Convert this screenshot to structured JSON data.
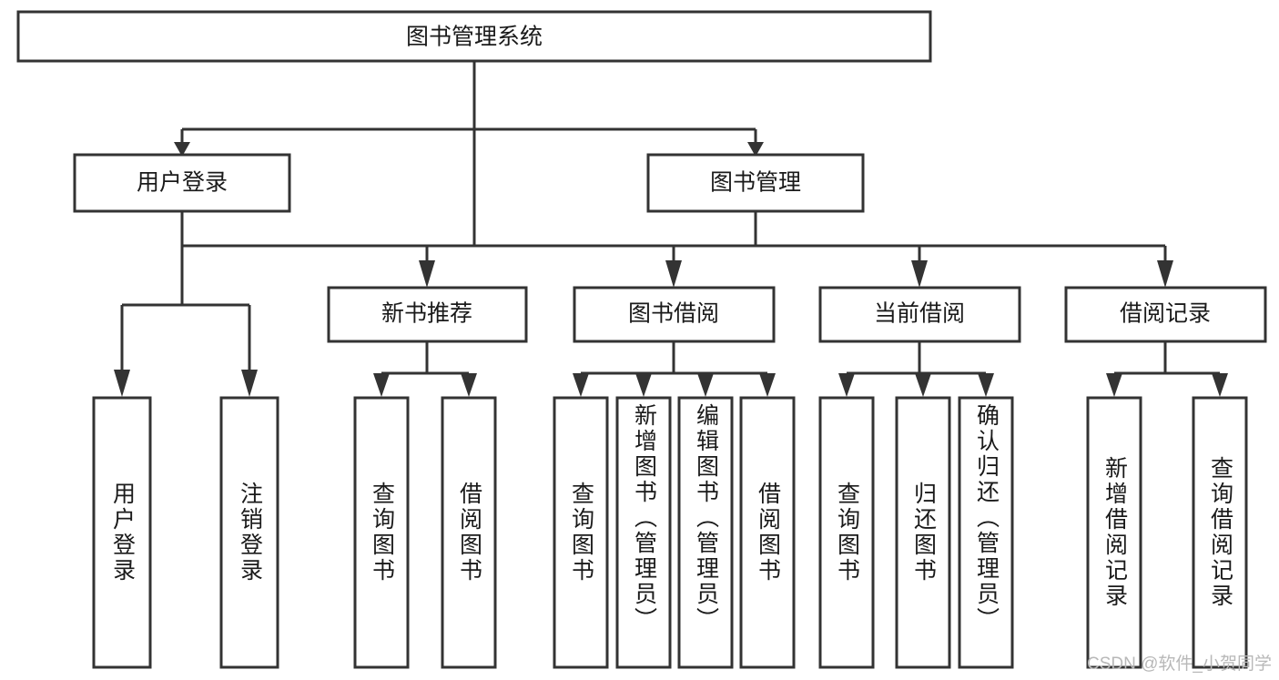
{
  "diagram": {
    "type": "hierarchy-tree",
    "title": "图书管理系统",
    "watermark": "CSDN @软件_小贺同学",
    "colors": {
      "stroke": "#333333",
      "fill": "#ffffff",
      "text": "#1a1a1a",
      "watermark": "#b8b8b8"
    },
    "nodes": {
      "root": {
        "label": "图书管理系统"
      },
      "level2": [
        {
          "id": "user-login",
          "label": "用户登录"
        },
        {
          "id": "book-manage",
          "label": "图书管理"
        }
      ],
      "level3": [
        {
          "id": "new-book-recommend",
          "label": "新书推荐"
        },
        {
          "id": "book-borrow",
          "label": "图书借阅"
        },
        {
          "id": "current-borrow",
          "label": "当前借阅"
        },
        {
          "id": "borrow-record",
          "label": "借阅记录"
        }
      ],
      "leaves": [
        {
          "id": "leaf-user-login",
          "label": "用户登录",
          "parent": "user-login"
        },
        {
          "id": "leaf-user-logout",
          "label": "注销登录",
          "parent": "user-login"
        },
        {
          "id": "leaf-query-book-1",
          "label": "查询图书",
          "parent": "new-book-recommend"
        },
        {
          "id": "leaf-borrow-book-1",
          "label": "借阅图书",
          "parent": "new-book-recommend"
        },
        {
          "id": "leaf-query-book-2",
          "label": "查询图书",
          "parent": "book-borrow"
        },
        {
          "id": "leaf-add-book",
          "label": "新增图书（管理员）",
          "parent": "book-borrow"
        },
        {
          "id": "leaf-edit-book",
          "label": "编辑图书（管理员）",
          "parent": "book-borrow"
        },
        {
          "id": "leaf-borrow-book-2",
          "label": "借阅图书",
          "parent": "book-borrow"
        },
        {
          "id": "leaf-query-book-3",
          "label": "查询图书",
          "parent": "current-borrow"
        },
        {
          "id": "leaf-return-book",
          "label": "归还图书",
          "parent": "current-borrow"
        },
        {
          "id": "leaf-confirm-return",
          "label": "确认归还（管理员）",
          "parent": "current-borrow"
        },
        {
          "id": "leaf-add-record",
          "label": "新增借阅记录",
          "parent": "borrow-record"
        },
        {
          "id": "leaf-query-record",
          "label": "查询借阅记录",
          "parent": "borrow-record"
        }
      ]
    }
  }
}
